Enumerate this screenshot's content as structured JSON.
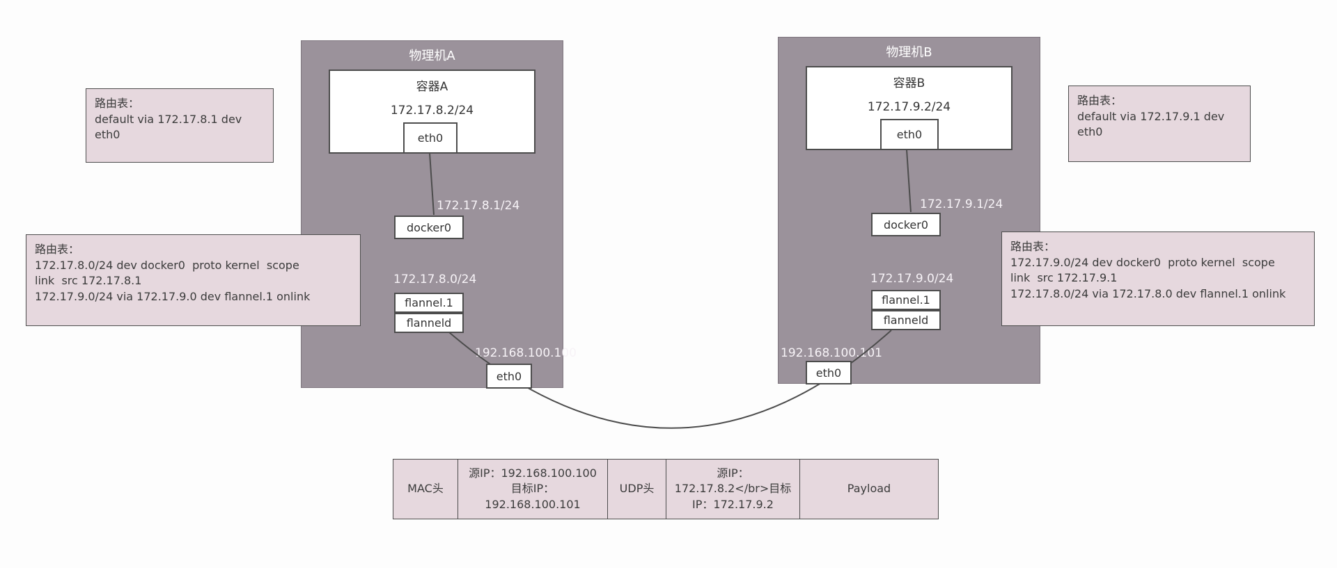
{
  "machineA": {
    "title": "物理机A",
    "container": {
      "title": "容器A",
      "ip": "172.17.8.2/24",
      "eth": "eth0"
    },
    "docker_ip": "172.17.8.1/24",
    "docker": "docker0",
    "subnet": "172.17.8.0/24",
    "flannel": "flannel.1",
    "flanneld": "flanneld",
    "host_ip": "192.168.100.100",
    "eth": "eth0"
  },
  "machineB": {
    "title": "物理机B",
    "container": {
      "title": "容器B",
      "ip": "172.17.9.2/24",
      "eth": "eth0"
    },
    "docker_ip": "172.17.9.1/24",
    "docker": "docker0",
    "subnet": "172.17.9.0/24",
    "flannel": "flannel.1",
    "flanneld": "flanneld",
    "host_ip": "192.168.100.101",
    "eth": "eth0"
  },
  "routes": {
    "a_default": {
      "lines": [
        "路由表：",
        "default via 172.17.8.1 dev",
        "eth0"
      ]
    },
    "b_default": {
      "lines": [
        "路由表：",
        "default via 172.17.9.1 dev",
        "eth0"
      ]
    },
    "a_full": {
      "lines": [
        "路由表：",
        "172.17.8.0/24 dev docker0  proto kernel  scope",
        "link  src 172.17.8.1",
        "172.17.9.0/24 via 172.17.9.0 dev flannel.1 onlink"
      ]
    },
    "b_full": {
      "lines": [
        "路由表：",
        "172.17.9.0/24 dev docker0  proto kernel  scope",
        "link  src 172.17.9.1",
        "172.17.8.0/24 via 172.17.8.0 dev flannel.1 onlink"
      ]
    }
  },
  "packet": {
    "cells": [
      {
        "lines": [
          "MAC头"
        ]
      },
      {
        "lines": [
          "源IP：192.168.100.100",
          "目标IP：",
          "192.168.100.101"
        ]
      },
      {
        "lines": [
          "UDP头"
        ]
      },
      {
        "lines": [
          "源IP：",
          "172.17.8.2</br>目标",
          "IP：172.17.9.2"
        ]
      },
      {
        "lines": [
          "Payload"
        ]
      }
    ]
  },
  "colors": {
    "machine_fill": "#9b929b",
    "panel_pink": "#e6d8de",
    "line": "#4c4c4c"
  }
}
